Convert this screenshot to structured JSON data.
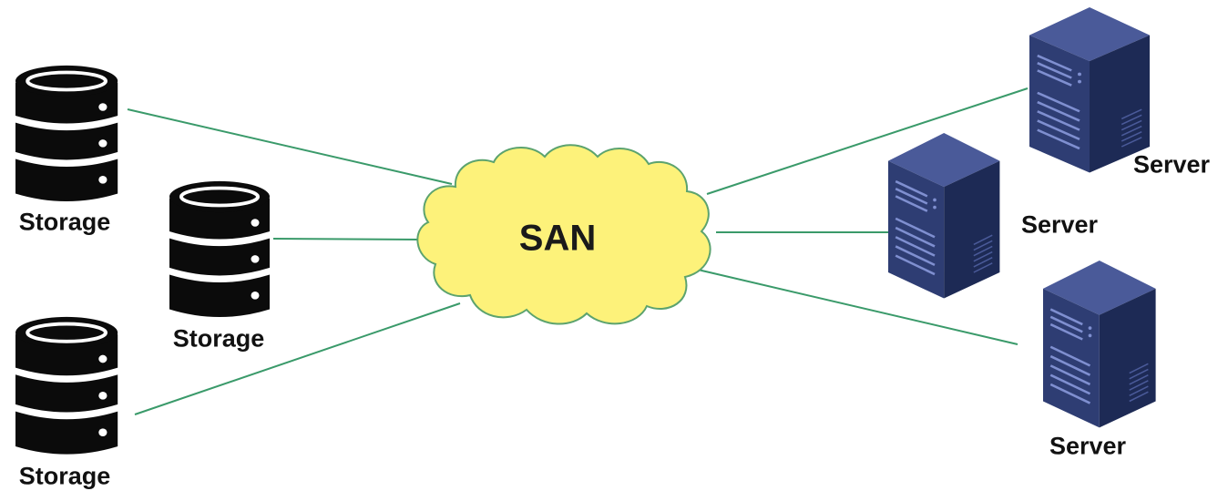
{
  "colors": {
    "link": "#3a9a6a",
    "cloud_fill": "#fdf27a",
    "cloud_stroke": "#5ca36e",
    "storage_body": "#0b0b0b",
    "storage_stripe": "#ffffff",
    "server_front": "#2e3d73",
    "server_side": "#1d2a55",
    "server_top": "#4a5a99",
    "server_detail": "#7f8fd0"
  },
  "san": {
    "label": "SAN",
    "icon": "cloud-icon"
  },
  "storage_nodes": [
    {
      "id": "storage-1",
      "label": "Storage",
      "icon": "database-icon"
    },
    {
      "id": "storage-2",
      "label": "Storage",
      "icon": "database-icon"
    },
    {
      "id": "storage-3",
      "label": "Storage",
      "icon": "database-icon"
    }
  ],
  "server_nodes": [
    {
      "id": "server-1",
      "label": "Server",
      "icon": "server-rack-icon"
    },
    {
      "id": "server-2",
      "label": "Server",
      "icon": "server-rack-icon"
    },
    {
      "id": "server-3",
      "label": "Server",
      "icon": "server-rack-icon"
    }
  ],
  "links": [
    {
      "from": "storage-1",
      "to": "san"
    },
    {
      "from": "storage-2",
      "to": "san"
    },
    {
      "from": "storage-3",
      "to": "san"
    },
    {
      "from": "san",
      "to": "server-1"
    },
    {
      "from": "san",
      "to": "server-2"
    },
    {
      "from": "san",
      "to": "server-3"
    }
  ]
}
